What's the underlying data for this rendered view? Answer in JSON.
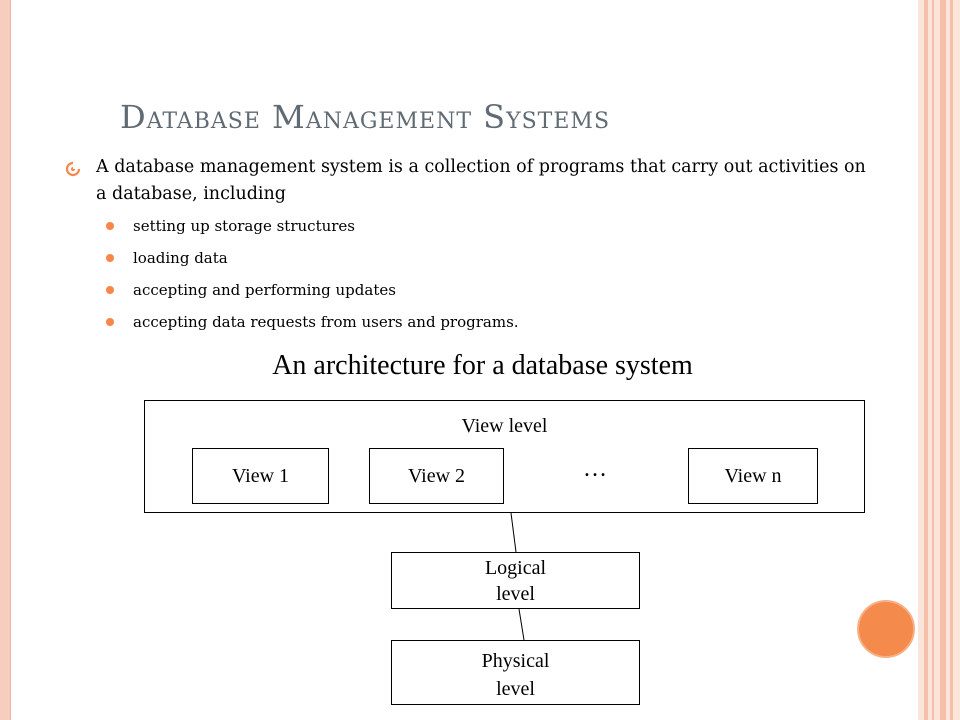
{
  "slide": {
    "title": "Database Management Systems",
    "main_bullet": "A database management system is a collection of programs that carry out activities on a database, including",
    "sub_bullets": [
      "setting up storage structures",
      "loading data",
      "accepting and performing updates",
      "accepting data requests from users and programs."
    ]
  },
  "diagram": {
    "title": "An architecture for a database system",
    "view_level_label": "View level",
    "views": [
      "View 1",
      "View 2",
      "View n"
    ],
    "ellipsis": "…",
    "logical_level": [
      "Logical",
      "level"
    ],
    "physical_level": [
      "Physical",
      "level"
    ]
  },
  "colors": {
    "title": "#5f6a72",
    "accent": "#f5874b",
    "frame": "#f7cdbd"
  }
}
